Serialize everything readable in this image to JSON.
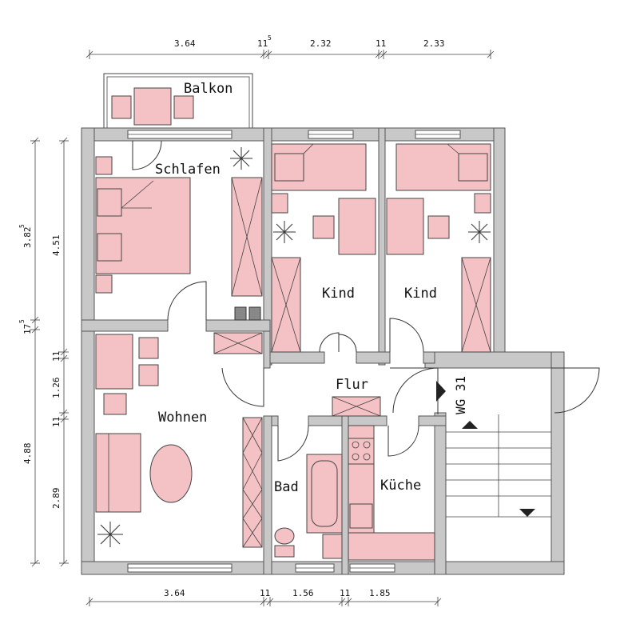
{
  "rooms": {
    "balkon": "Balkon",
    "schlafen": "Schlafen",
    "kind1": "Kind",
    "kind2": "Kind",
    "wohnen": "Wohnen",
    "flur": "Flur",
    "bad": "Bad",
    "kueche": "Küche",
    "stair_label": "WG 31"
  },
  "dimensions": {
    "top": [
      "3.64",
      "11",
      "2.32",
      "11",
      "2.33"
    ],
    "top_sup": "5",
    "bottom": [
      "3.64",
      "11",
      "1.56",
      "11",
      "1.85"
    ],
    "left_outer": [
      "3.82",
      "17"
    ],
    "left_outer_sup": "5",
    "left_outer_bottom": "4.88",
    "left_inner": [
      "4.51",
      "11",
      "1.26",
      "11",
      "2.89"
    ]
  },
  "colors": {
    "furniture": "#f4c2c4",
    "wall": "#c8c8c8"
  }
}
